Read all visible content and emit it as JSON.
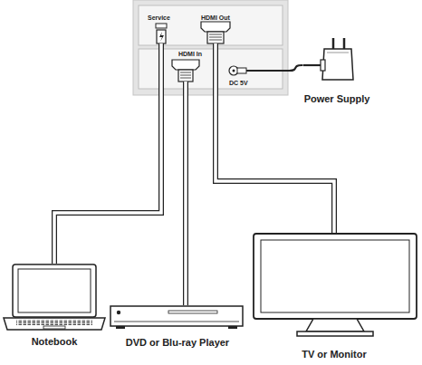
{
  "diagram": {
    "nodes": [
      {
        "text": [
          "Service",
          "HDMI Out",
          "HDMI In",
          "DC 5V"
        ]
      },
      {
        "text": [
          "Power Supply"
        ]
      },
      {
        "text": [
          "Notebook"
        ]
      },
      {
        "text": [
          "DVD or Blu-ray Player"
        ]
      },
      {
        "text": [
          "TV or Monitor"
        ]
      }
    ],
    "edges": [
      {
        "from": 0,
        "to": 1,
        "arrow": "none"
      },
      {
        "from": 0,
        "to": 2,
        "arrow": "none"
      },
      {
        "from": 0,
        "to": 3,
        "arrow": "none"
      },
      {
        "from": 0,
        "to": 4,
        "arrow": "none"
      }
    ]
  }
}
